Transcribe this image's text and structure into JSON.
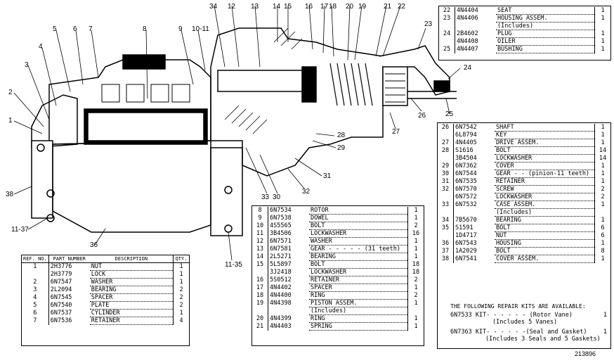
{
  "figure_number": "213896",
  "callouts": [
    "34",
    "12",
    "13",
    "14",
    "15",
    "16",
    "17",
    "18",
    "20",
    "19",
    "21",
    "22",
    "23",
    "24",
    "1",
    "2",
    "3",
    "4",
    "5",
    "6",
    "7",
    "8",
    "9",
    "10-11",
    "26",
    "27",
    "28",
    "29",
    "30",
    "31",
    "32",
    "33",
    "38",
    "11-37",
    "36",
    "11-35",
    "25"
  ],
  "table_left": {
    "headers": {
      "ref": "REF. NO.",
      "part": "PART NUMBER",
      "desc": "DESCRIPTION",
      "qty": "QTY."
    },
    "rows": [
      {
        "ref": "1",
        "part": "2H3776",
        "desc": "NUT",
        "qty": "1"
      },
      {
        "ref": "",
        "part": "2H3779",
        "desc": "LOCK",
        "qty": "1"
      },
      {
        "ref": "2",
        "part": "6N7547",
        "desc": "WASHER",
        "qty": "1"
      },
      {
        "ref": "3",
        "part": "2L2094",
        "desc": "BEARING",
        "qty": "2"
      },
      {
        "ref": "4",
        "part": "6N7545",
        "desc": "SPACER",
        "qty": "2"
      },
      {
        "ref": "5",
        "part": "6N7540",
        "desc": "PLATE",
        "qty": "2"
      },
      {
        "ref": "6",
        "part": "6N7537",
        "desc": "CYLINDER",
        "qty": "1"
      },
      {
        "ref": "7",
        "part": "6N7536",
        "desc": "RETAINER",
        "qty": "4"
      }
    ]
  },
  "table_mid": {
    "rows": [
      {
        "ref": "8",
        "part": "6N7534",
        "desc": "ROTOR",
        "qty": "1"
      },
      {
        "ref": "9",
        "part": "6N7538",
        "desc": "DOWEL",
        "qty": "1"
      },
      {
        "ref": "10",
        "part": "4S5565",
        "desc": "BOLT",
        "qty": "2"
      },
      {
        "ref": "11",
        "part": "3B4506",
        "desc": "LOCKWASHER",
        "qty": "16"
      },
      {
        "ref": "12",
        "part": "6N7571",
        "desc": "WASHER",
        "qty": "1"
      },
      {
        "ref": "13",
        "part": "6N7581",
        "desc": "GEAR - - - - - (31 teeth)",
        "qty": "1"
      },
      {
        "ref": "14",
        "part": "2L5271",
        "desc": "BEARING",
        "qty": "1"
      },
      {
        "ref": "15",
        "part": "5L5897",
        "desc": "BOLT",
        "qty": "18"
      },
      {
        "ref": "",
        "part": "3J2418",
        "desc": "LOCKWASHER",
        "qty": "18"
      },
      {
        "ref": "16",
        "part": "5S0512",
        "desc": "RETAINER",
        "qty": "2"
      },
      {
        "ref": "17",
        "part": "4N4402",
        "desc": "SPACER",
        "qty": "1"
      },
      {
        "ref": "18",
        "part": "4N4400",
        "desc": "RING",
        "qty": "2"
      },
      {
        "ref": "19",
        "part": "4N4398",
        "desc": "PISTON ASSEM.",
        "qty": "1"
      },
      {
        "ref": "",
        "part": "",
        "desc": "(Includes)",
        "qty": ""
      },
      {
        "ref": "20",
        "part": "4N4399",
        "desc": "RING",
        "qty": "1"
      },
      {
        "ref": "21",
        "part": "4N4403",
        "desc": "SPRING",
        "qty": "1"
      }
    ]
  },
  "table_top_right": {
    "rows": [
      {
        "ref": "22",
        "part": "4N4404",
        "desc": "SEAT",
        "qty": "1"
      },
      {
        "ref": "23",
        "part": "4N4406",
        "desc": "HOUSING ASSEM.",
        "qty": "1"
      },
      {
        "ref": "",
        "part": "",
        "desc": "(Includes)",
        "qty": ""
      },
      {
        "ref": "24",
        "part": "2B4602",
        "desc": "PLUG",
        "qty": "1"
      },
      {
        "ref": "",
        "part": "4N4408",
        "desc": "OILER",
        "qty": "1"
      },
      {
        "ref": "25",
        "part": "4N4407",
        "desc": "BUSHING",
        "qty": "1"
      }
    ]
  },
  "table_right": {
    "rows": [
      {
        "ref": "26",
        "part": "6N7542",
        "desc": "SHAFT",
        "qty": "1"
      },
      {
        "ref": "",
        "part": "6L8794",
        "desc": "KEY",
        "qty": "1"
      },
      {
        "ref": "27",
        "part": "4N4405",
        "desc": "DRIVE ASSEM.",
        "qty": "1"
      },
      {
        "ref": "28",
        "part": "S1616",
        "desc": "BOLT",
        "qty": "14"
      },
      {
        "ref": "",
        "part": "3B4504",
        "desc": "LOCKWASHER",
        "qty": "14"
      },
      {
        "ref": "29",
        "part": "6N7362",
        "desc": "COVER",
        "qty": "1"
      },
      {
        "ref": "30",
        "part": "6N7544",
        "desc": "GEAR - - (pinion-11 teeth)",
        "qty": "1"
      },
      {
        "ref": "31",
        "part": "6N7535",
        "desc": "RETAINER",
        "qty": "1"
      },
      {
        "ref": "32",
        "part": "6N7570",
        "desc": "SCREW",
        "qty": "2"
      },
      {
        "ref": "",
        "part": "6N7572",
        "desc": "LOCKWASHER",
        "qty": "2"
      },
      {
        "ref": "33",
        "part": "6N7532",
        "desc": "CASE ASSEM.",
        "qty": "1"
      },
      {
        "ref": "",
        "part": "",
        "desc": "(Includes)",
        "qty": ""
      },
      {
        "ref": "34",
        "part": "7B5670",
        "desc": "BEARING",
        "qty": "1"
      },
      {
        "ref": "35",
        "part": "S1591",
        "desc": "BOLT",
        "qty": "6"
      },
      {
        "ref": "",
        "part": "1D4717",
        "desc": "NUT",
        "qty": "6"
      },
      {
        "ref": "36",
        "part": "6N7543",
        "desc": "HOUSING",
        "qty": "1"
      },
      {
        "ref": "37",
        "part": "1A2029",
        "desc": "BOLT",
        "qty": "8"
      },
      {
        "ref": "38",
        "part": "6N7541",
        "desc": "COVER ASSEM.",
        "qty": "1"
      }
    ],
    "kits_heading": "THE FOLLOWING REPAIR KITS ARE AVAILABLE:",
    "kits": [
      {
        "part": "6N7533",
        "desc": "KIT- - - - - - (Rotor Vane)",
        "sub": "(Includes 5 Vanes)",
        "qty": "1"
      },
      {
        "part": "6N7363",
        "desc": "KIT- - - - - -(Seal and Gasket)",
        "sub": "(Includes 3 Seals and 5 Gaskets)",
        "qty": "1"
      }
    ]
  }
}
